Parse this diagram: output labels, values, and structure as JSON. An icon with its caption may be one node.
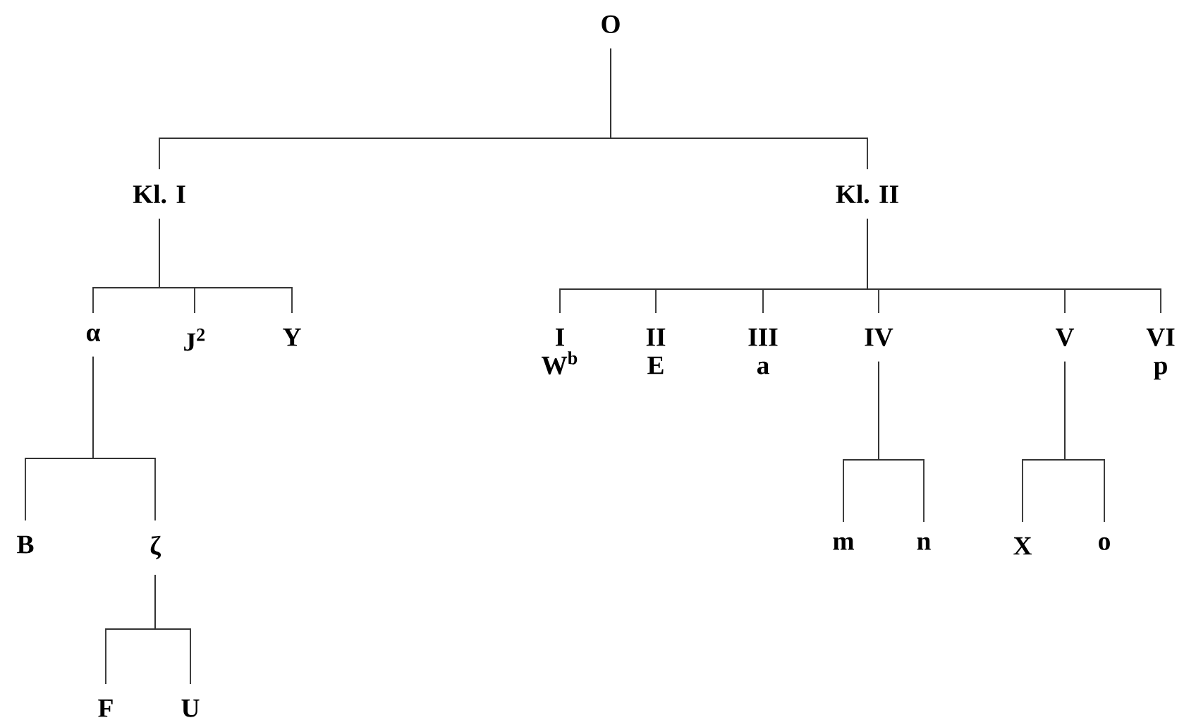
{
  "diagram": {
    "nodes": [
      {
        "text": [
          "O"
        ]
      },
      {
        "text": [
          "Kl. I"
        ]
      },
      {
        "text": [
          "Kl. II"
        ]
      },
      {
        "text": [
          "α"
        ]
      },
      {
        "text": [
          "J$^{2}$"
        ]
      },
      {
        "text": [
          "Y"
        ]
      },
      {
        "text": [
          "I",
          "W$^{b}$"
        ]
      },
      {
        "text": [
          "II",
          "E"
        ]
      },
      {
        "text": [
          "III",
          "a"
        ]
      },
      {
        "text": [
          "IV"
        ]
      },
      {
        "text": [
          "V"
        ]
      },
      {
        "text": [
          "VI",
          "p"
        ]
      },
      {
        "text": [
          "B"
        ]
      },
      {
        "text": [
          "ζ"
        ]
      },
      {
        "text": [
          "m"
        ]
      },
      {
        "text": [
          "n"
        ]
      },
      {
        "text": [
          "X"
        ]
      },
      {
        "text": [
          "o"
        ]
      },
      {
        "text": [
          "F"
        ]
      },
      {
        "text": [
          "U"
        ]
      }
    ],
    "edges": [
      {
        "from": 0,
        "to": 1,
        "arrow": "none"
      },
      {
        "from": 0,
        "to": 2,
        "arrow": "none"
      },
      {
        "from": 1,
        "to": 3,
        "arrow": "none"
      },
      {
        "from": 1,
        "to": 4,
        "arrow": "none"
      },
      {
        "from": 1,
        "to": 5,
        "arrow": "none"
      },
      {
        "from": 2,
        "to": 6,
        "arrow": "none"
      },
      {
        "from": 2,
        "to": 7,
        "arrow": "none"
      },
      {
        "from": 2,
        "to": 8,
        "arrow": "none"
      },
      {
        "from": 2,
        "to": 9,
        "arrow": "none"
      },
      {
        "from": 2,
        "to": 10,
        "arrow": "none"
      },
      {
        "from": 2,
        "to": 11,
        "arrow": "none"
      },
      {
        "from": 3,
        "to": 12,
        "arrow": "none"
      },
      {
        "from": 3,
        "to": 13,
        "arrow": "none"
      },
      {
        "from": 9,
        "to": 14,
        "arrow": "none"
      },
      {
        "from": 9,
        "to": 15,
        "arrow": "none"
      },
      {
        "from": 10,
        "to": 16,
        "arrow": "none"
      },
      {
        "from": 10,
        "to": 17,
        "arrow": "none"
      },
      {
        "from": 13,
        "to": 18,
        "arrow": "none"
      },
      {
        "from": 13,
        "to": 19,
        "arrow": "none"
      }
    ]
  }
}
